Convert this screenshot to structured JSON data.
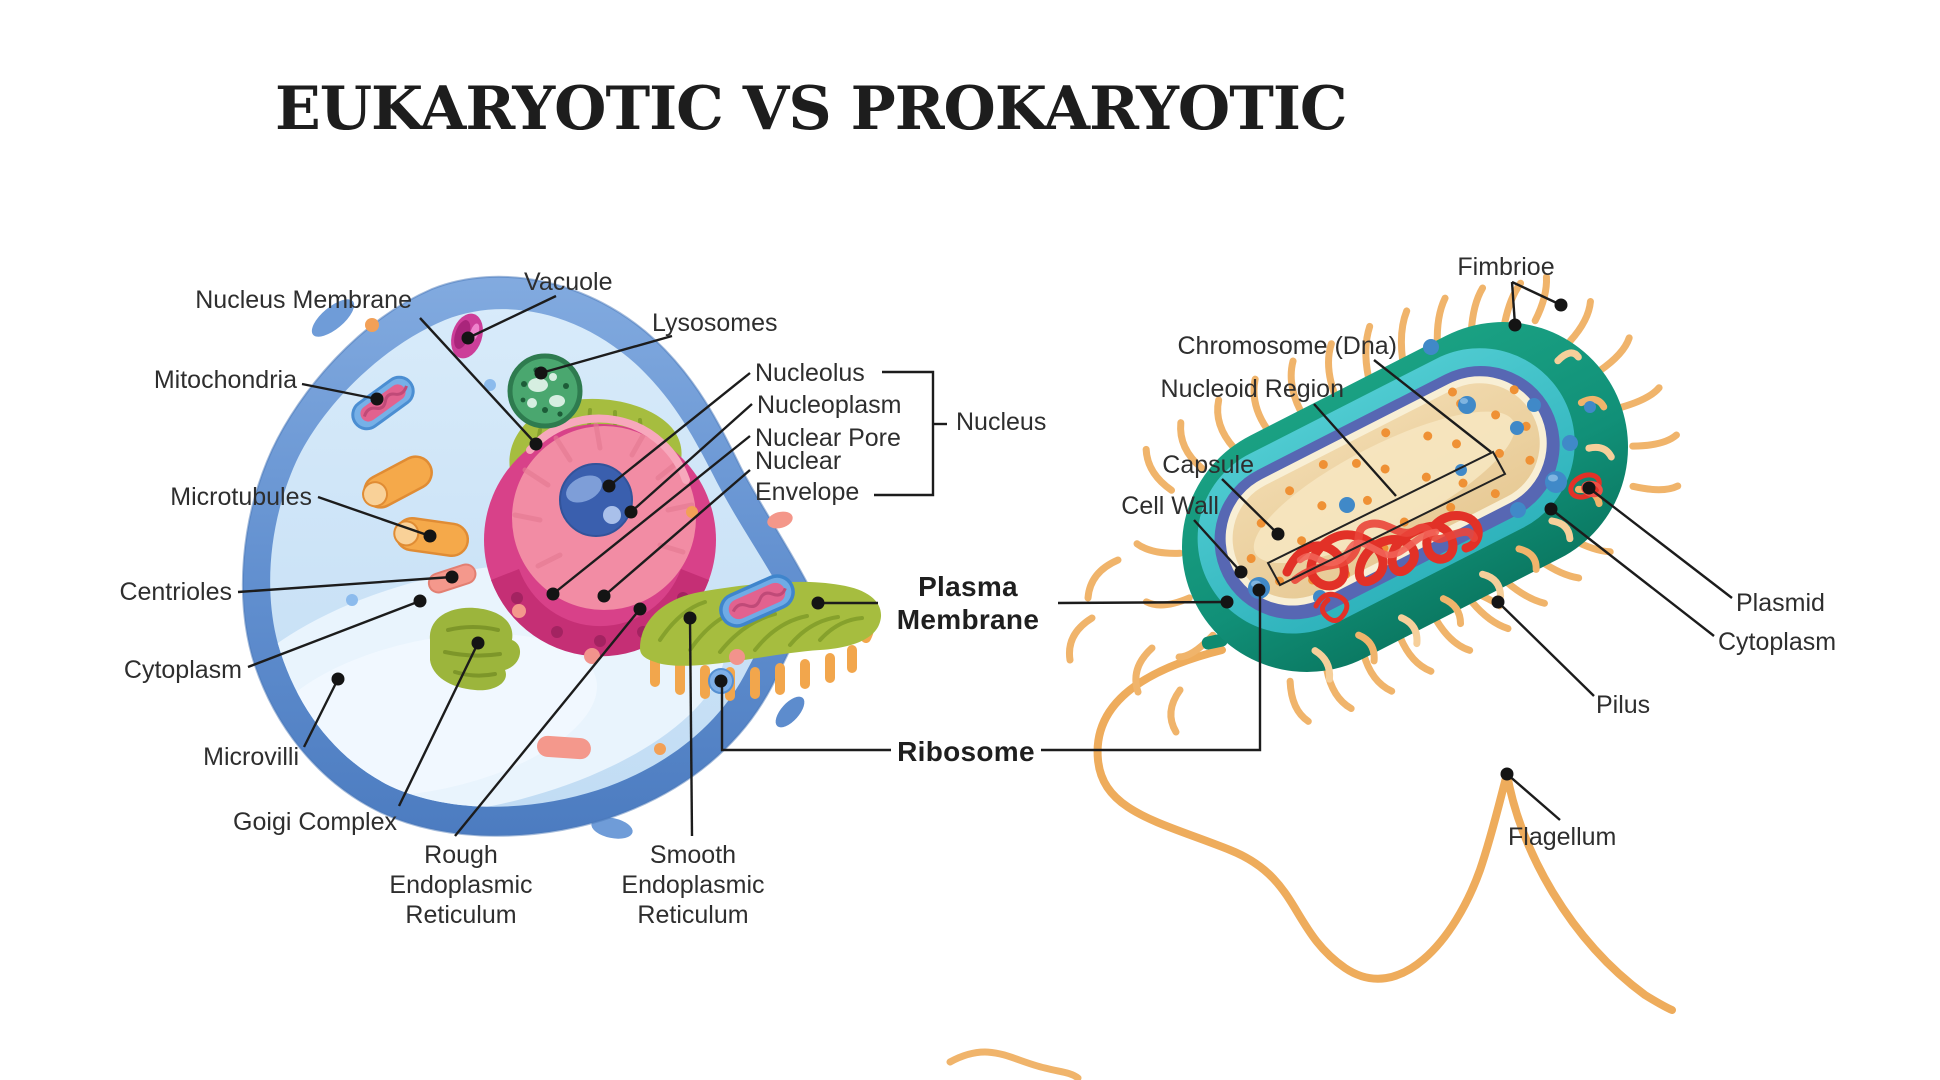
{
  "title": "EUKARYOTIC VS PROKARYOTIC",
  "euk": {
    "nucleus_membrane": "Nucleus Membrane",
    "mitochondria": "Mitochondria",
    "microtubules": "Microtubules",
    "centrioles": "Centrioles",
    "cytoplasm": "Cytoplasm",
    "microvilli": "Microvilli",
    "golgi_complex": "Goigi Complex",
    "vacuole": "Vacuole",
    "lysosomes": "Lysosomes",
    "rough_er": "Rough\nEndoplasmic\nReticulum",
    "smooth_er": "Smooth\nEndoplasmic\nReticulum"
  },
  "nucleus_group": {
    "nucleolus": "Nucleolus",
    "nucleoplasm": "Nucleoplasm",
    "nuclear_pore": "Nuclear Pore",
    "nuclear_envelope": "Nuclear\nEnvelope",
    "group_label": "Nucleus"
  },
  "shared": {
    "plasma_membrane": "Plasma\nMembrane",
    "ribosome": "Ribosome"
  },
  "prok": {
    "fimbriae": "Fimbrioe",
    "chromosome_dna": "Chromosome (Dna)",
    "nucleoid_region": "Nucleoid Region",
    "capsule": "Capsule",
    "cell_wall": "Cell Wall",
    "plasmid": "Plasmid",
    "cytoplasm": "Cytoplasm",
    "pilus": "Pilus",
    "flagellum": "Flagellum"
  },
  "colors": {
    "euk_membrane": "#5c8bcc",
    "euk_cytoplasm": "#cfe5f8",
    "nucleus_envelope": "#d84189",
    "nucleoplasm": "#f28ca4",
    "nucleolus": "#3a5fae",
    "er_green": "#a6bd3f",
    "organelle_orange": "#f5a94a",
    "prok_capsule": "#12927a",
    "prok_cell_wall": "#3cc0c6",
    "prok_membrane": "#5767b3",
    "prok_cytoplasm": "#eed3a3",
    "dna_red": "#e23127",
    "fimbriae_orange": "#f0b46b",
    "leader_line": "#1c1c1c",
    "label_text": "#2e2e2e"
  }
}
